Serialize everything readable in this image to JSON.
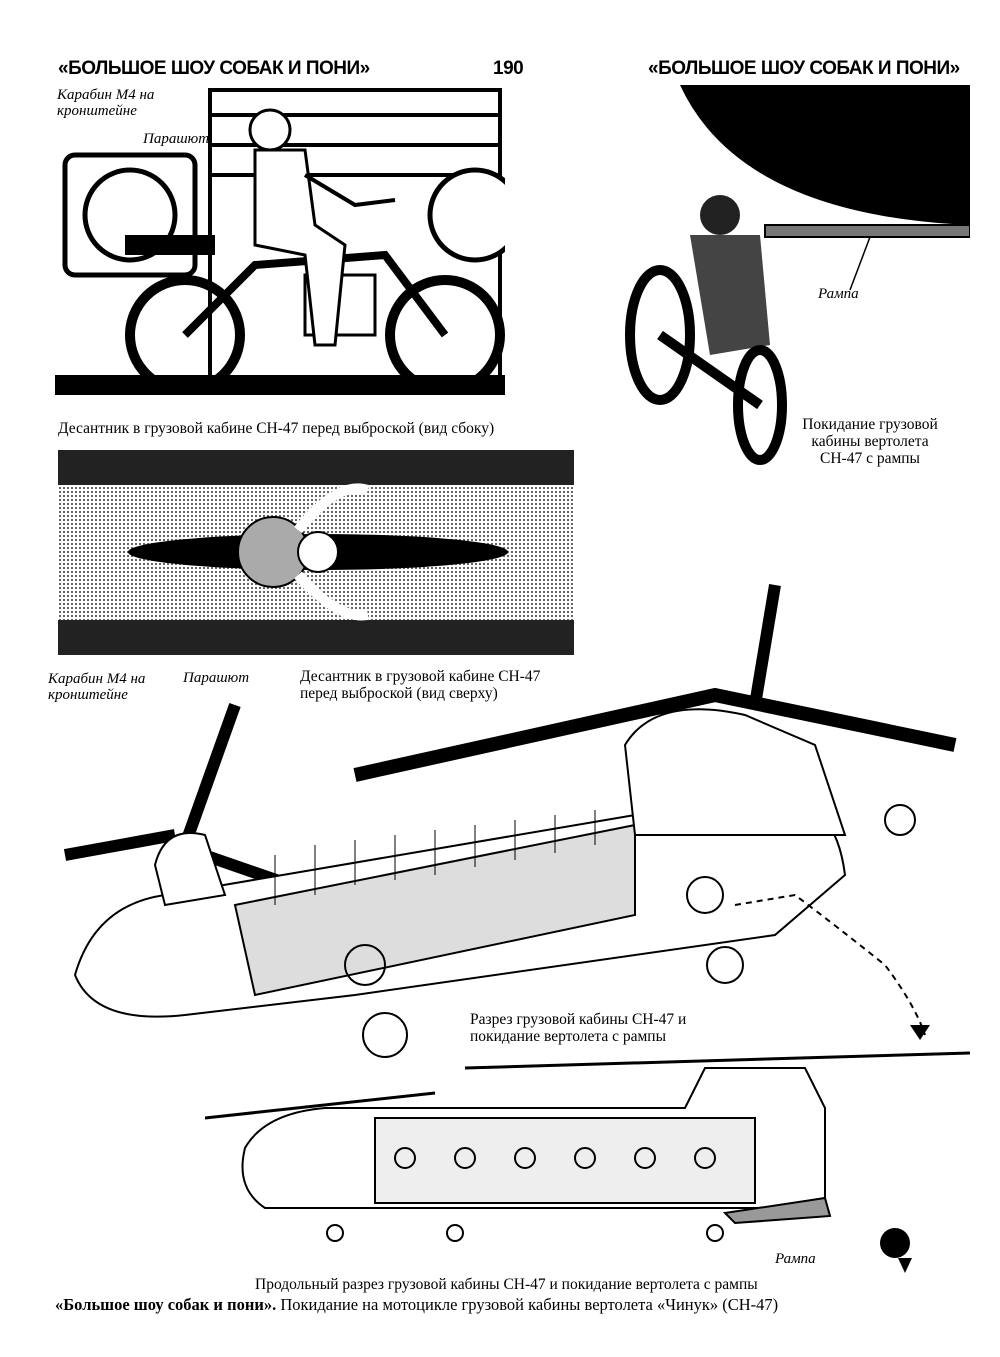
{
  "header": {
    "left_title": "«БОЛЬШОЕ ШОУ СОБАК И ПОНИ»",
    "page_number": "190",
    "right_title": "«БОЛЬШОЕ ШОУ СОБАК И ПОНИ»"
  },
  "side_view": {
    "label_carbine": "Карабин М4 на кронштейне",
    "label_parachute": "Парашют",
    "caption": "Десантник в грузовой кабине СН-47 перед выброской (вид сбоку)"
  },
  "ramp_exit": {
    "label_ramp": "Рампа",
    "caption": "Покидание грузовой кабины вертолета СН-47 с рампы"
  },
  "top_view": {
    "label_carbine": "Карабин М4 на кронштейне",
    "label_parachute": "Парашют",
    "caption": "Десантник в грузовой кабине СН-47 перед выброской (вид сверху)"
  },
  "cutaway": {
    "caption": "Разрез грузовой кабины СН-47 и покидание вертолета с рампы"
  },
  "longitudinal": {
    "label_ramp": "Рампа",
    "caption": "Продольный разрез грузовой кабины СН-47 и покидание вертолета с рампы"
  },
  "figure_caption": {
    "bold": "«Большое шоу собак и пони».",
    "text": " Покидание на мотоцикле грузовой кабины вертолета «Чинук» (СН-47)"
  }
}
